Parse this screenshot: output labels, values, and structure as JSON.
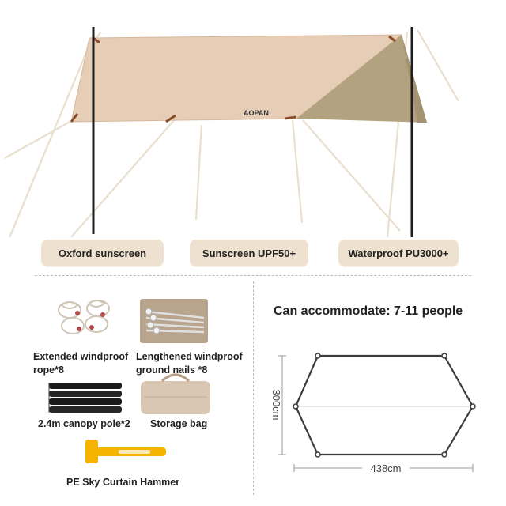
{
  "brand": {
    "logo_text": "AOPAN"
  },
  "features": [
    {
      "label": "Oxford sunscreen"
    },
    {
      "label": "Sunscreen UPF50+"
    },
    {
      "label": "Waterproof PU3000+"
    }
  ],
  "accessories": [
    {
      "label_line1": "Extended windproof",
      "label_line2": "rope*8",
      "icon": "rope-icon"
    },
    {
      "label_line1": "Lengthened windproof",
      "label_line2": "ground nails *8",
      "icon": "ground-nails-icon"
    },
    {
      "label_line1": "2.4m canopy pole*2",
      "label_line2": "",
      "icon": "canopy-pole-icon"
    },
    {
      "label_line1": "Storage bag",
      "label_line2": "",
      "icon": "storage-bag-icon"
    },
    {
      "label_line1": "PE Sky Curtain Hammer",
      "label_line2": "",
      "icon": "hammer-icon"
    }
  ],
  "capacity": {
    "text": "Can accommodate: 7-11 people"
  },
  "dimensions": {
    "length": "438cm",
    "width": "300cm"
  },
  "colors": {
    "canopy": "#e6cdb5",
    "canopy_side": "#b3a27f",
    "pill_bg": "#efe1cf",
    "hammer": "#f4b400"
  }
}
